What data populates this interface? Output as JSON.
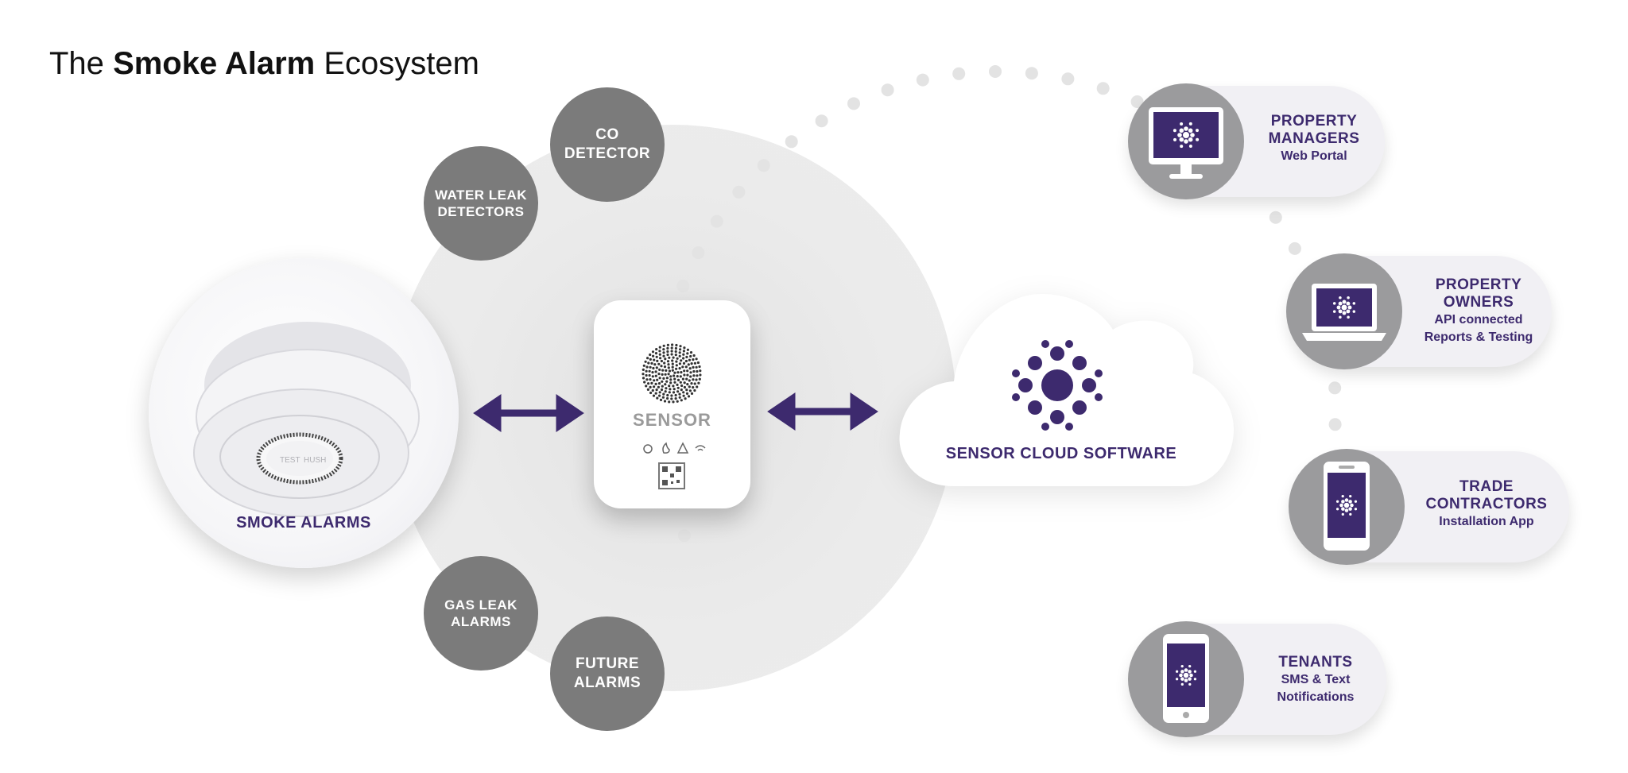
{
  "title": {
    "prefix": "The",
    "bold": "Smoke Alarm",
    "suffix": "Ecosystem"
  },
  "colors": {
    "purple": "#3d2a6e",
    "gray_badge": "#7b7b7b",
    "light_circle": "#ececec",
    "dots": "#e3e3e3"
  },
  "peripherals": {
    "co": "CO\nDETECTOR",
    "water": "WATER LEAK\nDETECTORS",
    "gas": "GAS LEAK\nALARMS",
    "future": "FUTURE\nALARMS"
  },
  "smoke_alarm": {
    "label": "SMOKE ALARMS",
    "button_test": "TEST",
    "button_hush": "HUSH"
  },
  "sensor": {
    "label": "SENSOR"
  },
  "cloud": {
    "label": "SENSOR CLOUD SOFTWARE"
  },
  "endpoints": {
    "managers": {
      "title": "PROPERTY\nMANAGERS",
      "subtitle": "Web Portal",
      "icon": "monitor-icon"
    },
    "owners": {
      "title": "PROPERTY\nOWNERS",
      "subtitle": "API connected\nReports & Testing",
      "icon": "laptop-icon"
    },
    "trade": {
      "title": "TRADE\nCONTRACTORS",
      "subtitle": "Installation App",
      "icon": "phone-icon"
    },
    "tenants": {
      "title": "TENANTS",
      "subtitle": "SMS & Text\nNotifications",
      "icon": "phone-icon"
    }
  }
}
